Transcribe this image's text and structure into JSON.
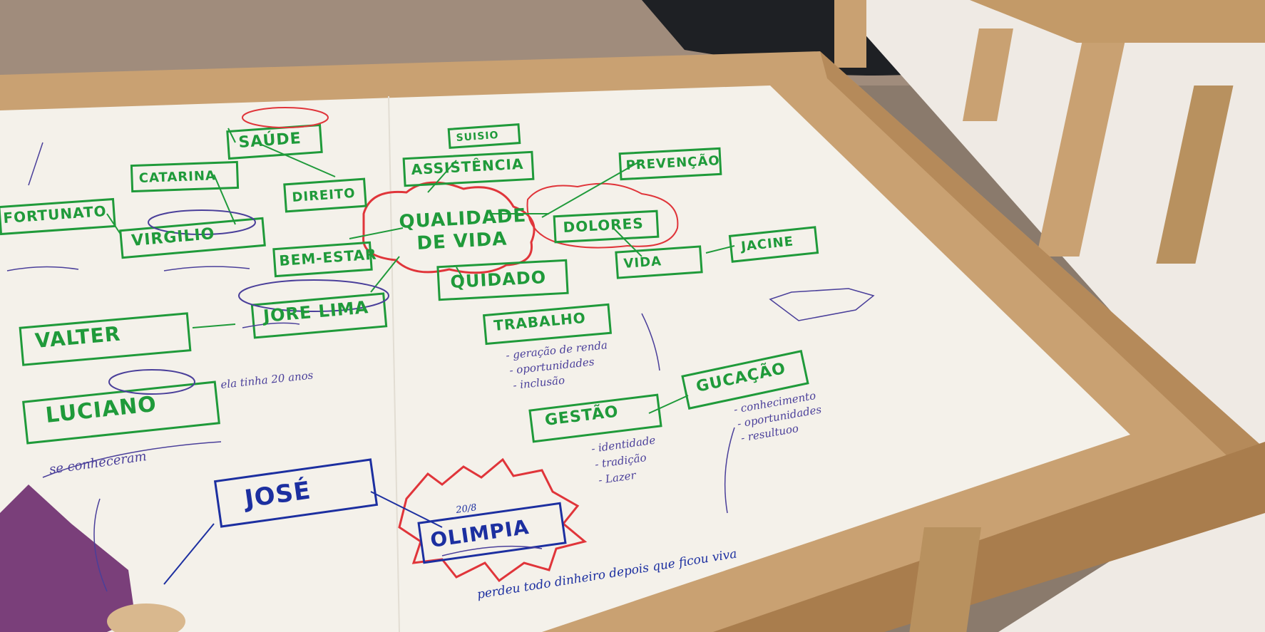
{
  "colors": {
    "green_ink": "#1f9a3a",
    "red_ink": "#e0353a",
    "blue_ink": "#1c2fa0",
    "violet_ink": "#4a3f9a",
    "paper": "#f4f1ea",
    "wood": "#c9a172",
    "wall": "#efeae4",
    "carpet": "#a08c7c"
  },
  "mind_map": {
    "center": "QUALIDADE DE VIDA",
    "center_line1": "QUALIDADE",
    "center_line2": "DE VIDA",
    "nodes": {
      "saude": "SAÚDE",
      "assistencia": "ASSISTÊNCIA",
      "prevencao": "PREVENÇÃO",
      "catarina": "CATARINA",
      "direito": "DIREITO",
      "fortunato": "FORTUNATO",
      "virgilio": "VIRGILIO",
      "bem_estar": "BEM-ESTAR",
      "dolores": "DOLORES",
      "jacine": "JACINE",
      "vida": "VIDA",
      "quidado": "QUIDADO",
      "jore_lima": "JORE LIMA",
      "trabalho": "TRABALHO",
      "valter": "VALTER",
      "luciano": "LUCIANO",
      "gestao": "GESTÃO",
      "gucacao": "GUCAÇÃO",
      "jose": "JOSÉ",
      "olimpia": "OLIMPIA",
      "suisio": "SUISIO"
    },
    "trabalho_items": [
      "- geração de renda",
      "- oportunidades",
      "- inclusão"
    ],
    "gestao_items": [
      "- identidade",
      "- tradição",
      "- Lazer"
    ],
    "educacao_items": [
      "- conhecimento",
      "- oportunidades",
      "- resultuoo"
    ],
    "notes": {
      "luciano": "ela tinha 20 anos",
      "olimpia": "perdeu todo dinheiro depois que ficou viva",
      "left": "se conheceram",
      "dates": "20/8"
    }
  }
}
